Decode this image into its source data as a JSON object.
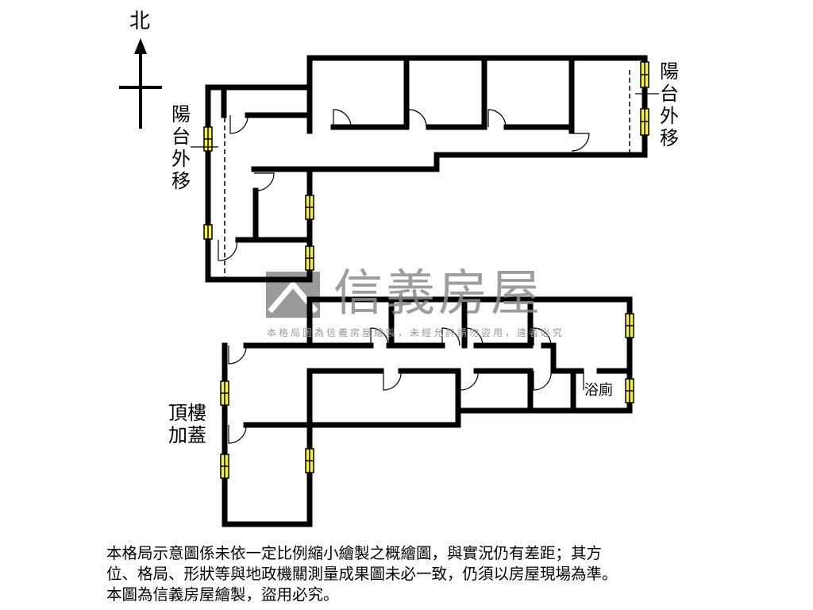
{
  "compass": {
    "north_label": "北"
  },
  "labels": {
    "balcony_left": "陽台外移",
    "balcony_right": "陽台外移",
    "rooftop_addition": "頂樓加蓋",
    "bathroom": "浴廁"
  },
  "watermark": {
    "brand": "信義房屋",
    "notice": "本格局圖為信義房屋繪製，未經允許請勿盜用，違者必究"
  },
  "disclaimer": {
    "line1": "本格局示意圖係未依一定比例縮小繪製之概繪圖，與實況仍有差距；其方",
    "line2": "位、格局、形狀等與地政機關測量成果圖未必一致，仍須以房屋現場為準。",
    "line3": "本圖為信義房屋繪製，盜用必究。"
  },
  "colors": {
    "wall": "#000000",
    "window": "#f5f03a",
    "watermark": "#8c8c8c"
  }
}
